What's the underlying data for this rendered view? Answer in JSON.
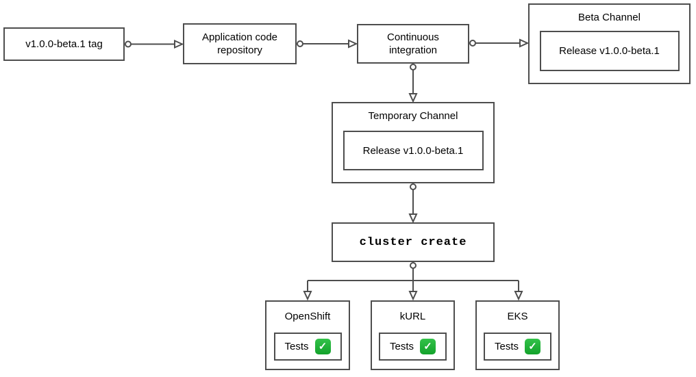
{
  "diagram": {
    "colors": {
      "border": "#4d4d4d",
      "check_green": "#1faf38"
    },
    "nodes": {
      "tag": {
        "label": "v1.0.0-beta.1 tag"
      },
      "app_repo": {
        "label": "Application code repository"
      },
      "ci": {
        "label": "Continuous integration"
      },
      "beta_channel": {
        "title": "Beta Channel",
        "release_label": "Release v1.0.0-beta.1"
      },
      "temporary_channel": {
        "title": "Temporary Channel",
        "release_label": "Release v1.0.0-beta.1"
      },
      "cluster_create": {
        "label": "cluster create"
      },
      "clusters": [
        {
          "title": "OpenShift",
          "tests_label": "Tests",
          "check_icon": "✓"
        },
        {
          "title": "kURL",
          "tests_label": "Tests",
          "check_icon": "✓"
        },
        {
          "title": "EKS",
          "tests_label": "Tests",
          "check_icon": "✓"
        }
      ]
    }
  }
}
